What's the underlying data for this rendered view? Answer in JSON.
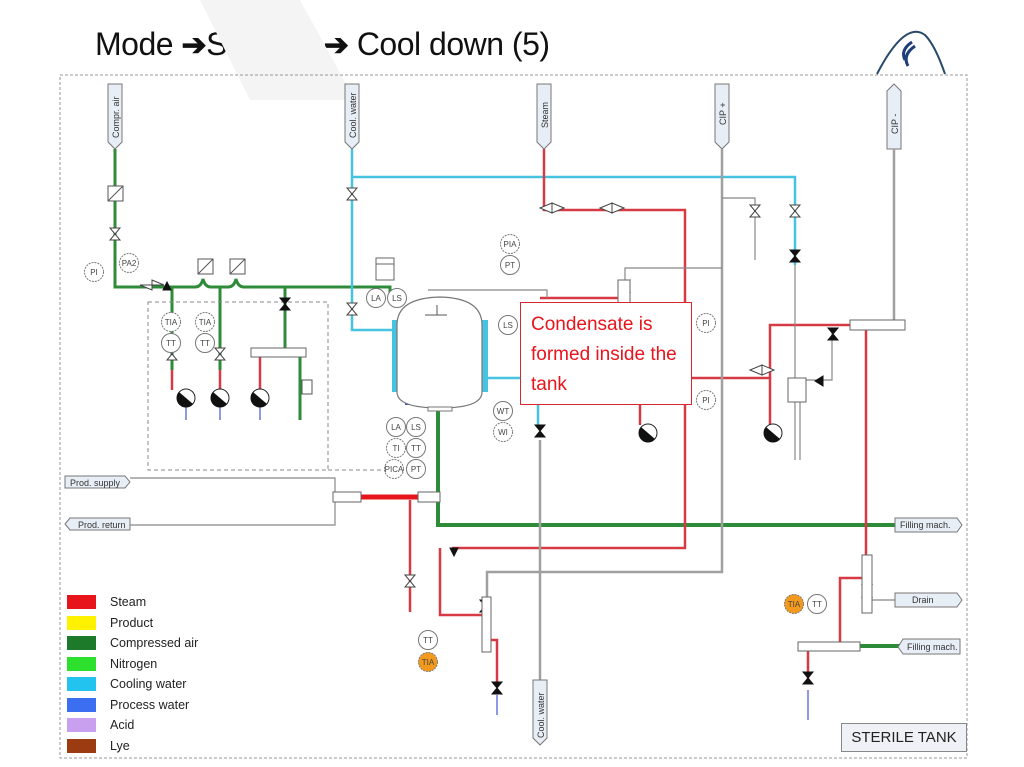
{
  "slide": {
    "title_parts": [
      "Mode ",
      "➔",
      "Sterilise ",
      "➔",
      " Cool down (5)"
    ]
  },
  "diagram": {
    "name_plate": "STERILE TANK",
    "callout": "Condensate is formed inside the tank",
    "connectors": {
      "compr_air": "Compr. air",
      "cool_water_top": "Cool. water",
      "steam": "Steam",
      "cip_plus": "CIP +",
      "cip_minus": "CIP -",
      "prod_supply": "Prod. supply",
      "prod_return": "Prod. return",
      "filling_mach_out": "Filling mach.",
      "drain": "Drain",
      "filling_mach_in": "Filling mach.",
      "cool_water_bottom": "Cool. water"
    },
    "instruments": {
      "pi_left": "PI",
      "pa2": "PA2",
      "tia_1": "TIA",
      "tt_1": "TT",
      "tia_2": "TIA",
      "tt_2": "TT",
      "la_top": "LA",
      "ls_top": "LS",
      "pia": "PIA",
      "pt_top": "PT",
      "ls_right": "LS",
      "wt": "WT",
      "wi": "WI",
      "la_bot": "LA",
      "ls_bot": "LS",
      "ti": "TI",
      "tt_bot": "TT",
      "pica": "PICA",
      "pt_bot": "PT",
      "pi_r1": "PI",
      "pi_r2": "PI",
      "tt_low": "TT",
      "tia_low": "TIA",
      "tia_right": "TIA",
      "tt_right": "TT"
    }
  },
  "legend": {
    "items": [
      {
        "label": "Steam",
        "color": "#e8141c"
      },
      {
        "label": "Product",
        "color": "#fff200"
      },
      {
        "label": "Compressed air",
        "color": "#1d7a2b"
      },
      {
        "label": "Nitrogen",
        "color": "#2ee02e"
      },
      {
        "label": "Cooling water",
        "color": "#22c3ee"
      },
      {
        "label": "Process water",
        "color": "#3b6ef0"
      },
      {
        "label": "Acid",
        "color": "#c9a0f0"
      },
      {
        "label": "Lye",
        "color": "#9c3a12"
      }
    ]
  },
  "colors": {
    "steam": "#d83a45",
    "steam_bright": "#e8141c",
    "compressed_air": "#2e8b3a",
    "cooling_water": "#45c3e0",
    "process_water": "#5a6ee0",
    "cip": "#a0a0a0",
    "active_alarm": "#f39a1e"
  }
}
